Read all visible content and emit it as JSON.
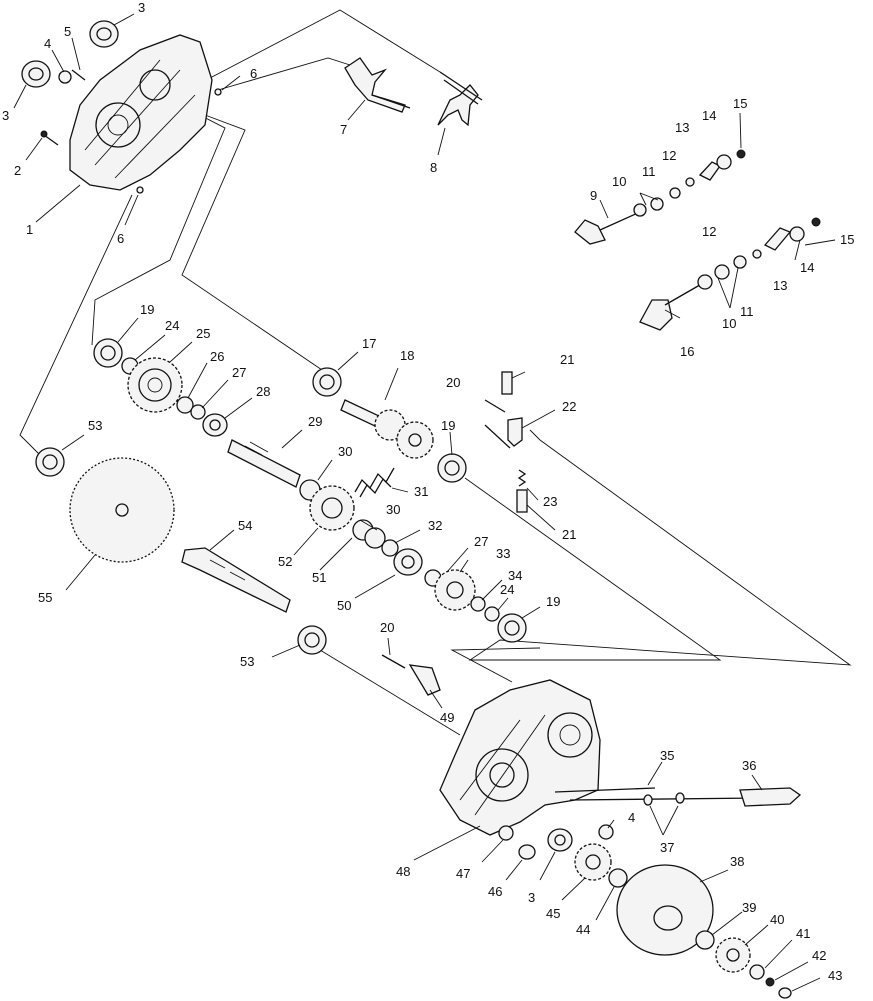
{
  "diagram": {
    "callouts": [
      {
        "id": "c1",
        "text": "1"
      },
      {
        "id": "c2",
        "text": "2"
      },
      {
        "id": "c3a",
        "text": "3"
      },
      {
        "id": "c3b",
        "text": "3"
      },
      {
        "id": "c4a",
        "text": "4"
      },
      {
        "id": "c5",
        "text": "5"
      },
      {
        "id": "c6a",
        "text": "6"
      },
      {
        "id": "c6b",
        "text": "6"
      },
      {
        "id": "c7",
        "text": "7"
      },
      {
        "id": "c8",
        "text": "8"
      },
      {
        "id": "c9",
        "text": "9"
      },
      {
        "id": "c10a",
        "text": "10"
      },
      {
        "id": "c11a",
        "text": "11"
      },
      {
        "id": "c12a",
        "text": "12"
      },
      {
        "id": "c13a",
        "text": "13"
      },
      {
        "id": "c14a",
        "text": "14"
      },
      {
        "id": "c15a",
        "text": "15"
      },
      {
        "id": "c12b",
        "text": "12"
      },
      {
        "id": "c15b",
        "text": "15"
      },
      {
        "id": "c14b",
        "text": "14"
      },
      {
        "id": "c13b",
        "text": "13"
      },
      {
        "id": "c11b",
        "text": "11"
      },
      {
        "id": "c10b",
        "text": "10"
      },
      {
        "id": "c16",
        "text": "16"
      },
      {
        "id": "c19a",
        "text": "19"
      },
      {
        "id": "c24a",
        "text": "24"
      },
      {
        "id": "c25",
        "text": "25"
      },
      {
        "id": "c26",
        "text": "26"
      },
      {
        "id": "c27a",
        "text": "27"
      },
      {
        "id": "c28",
        "text": "28"
      },
      {
        "id": "c17",
        "text": "17"
      },
      {
        "id": "c18",
        "text": "18"
      },
      {
        "id": "c21a",
        "text": "21"
      },
      {
        "id": "c20a",
        "text": "20"
      },
      {
        "id": "c22",
        "text": "22"
      },
      {
        "id": "c29",
        "text": "29"
      },
      {
        "id": "c19b",
        "text": "19"
      },
      {
        "id": "c53a",
        "text": "53"
      },
      {
        "id": "c30a",
        "text": "30"
      },
      {
        "id": "c31",
        "text": "31"
      },
      {
        "id": "c23",
        "text": "23"
      },
      {
        "id": "c21b",
        "text": "21"
      },
      {
        "id": "c54",
        "text": "54"
      },
      {
        "id": "c30b",
        "text": "30"
      },
      {
        "id": "c32",
        "text": "32"
      },
      {
        "id": "c52",
        "text": "52"
      },
      {
        "id": "c27b",
        "text": "27"
      },
      {
        "id": "c33",
        "text": "33"
      },
      {
        "id": "c51",
        "text": "51"
      },
      {
        "id": "c34",
        "text": "34"
      },
      {
        "id": "c24b",
        "text": "24"
      },
      {
        "id": "c55",
        "text": "55"
      },
      {
        "id": "c50",
        "text": "50"
      },
      {
        "id": "c19c",
        "text": "19"
      },
      {
        "id": "c20b",
        "text": "20"
      },
      {
        "id": "c53b",
        "text": "53"
      },
      {
        "id": "c49",
        "text": "49"
      },
      {
        "id": "c35",
        "text": "35"
      },
      {
        "id": "c36",
        "text": "36"
      },
      {
        "id": "c4b",
        "text": "4"
      },
      {
        "id": "c37",
        "text": "37"
      },
      {
        "id": "c48",
        "text": "48"
      },
      {
        "id": "c47",
        "text": "47"
      },
      {
        "id": "c46",
        "text": "46"
      },
      {
        "id": "c3c",
        "text": "3"
      },
      {
        "id": "c45",
        "text": "45"
      },
      {
        "id": "c44",
        "text": "44"
      },
      {
        "id": "c38",
        "text": "38"
      },
      {
        "id": "c39",
        "text": "39"
      },
      {
        "id": "c40",
        "text": "40"
      },
      {
        "id": "c41",
        "text": "41"
      },
      {
        "id": "c42",
        "text": "42"
      },
      {
        "id": "c43",
        "text": "43"
      }
    ]
  }
}
